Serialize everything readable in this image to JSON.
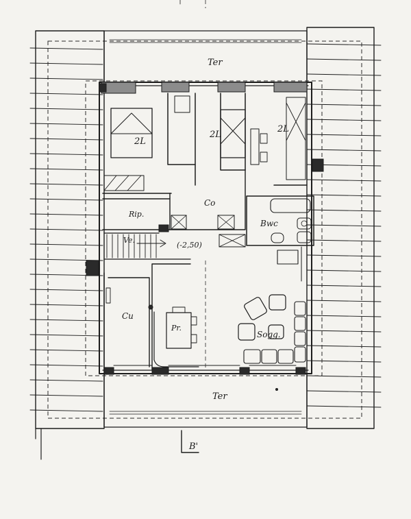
{
  "plan": {
    "labels": {
      "terrace_top": "Ter",
      "terrace_bottom": "Ter",
      "bedroom_1": "2L",
      "bedroom_2": "2L",
      "bedroom_3": "2L",
      "storage": "Rip.",
      "corridor": "Co",
      "bathroom": "Bwc",
      "stairs": "Ve.",
      "level": "(-2,50)",
      "kitchen": "Cu",
      "dining": "Pr.",
      "living": "Sogg.",
      "section_mark": "B'"
    }
  },
  "colors": {
    "ink": "#1c1c1c",
    "paper": "#f4f3ef",
    "pillar_fill": "#2a2a2a"
  }
}
